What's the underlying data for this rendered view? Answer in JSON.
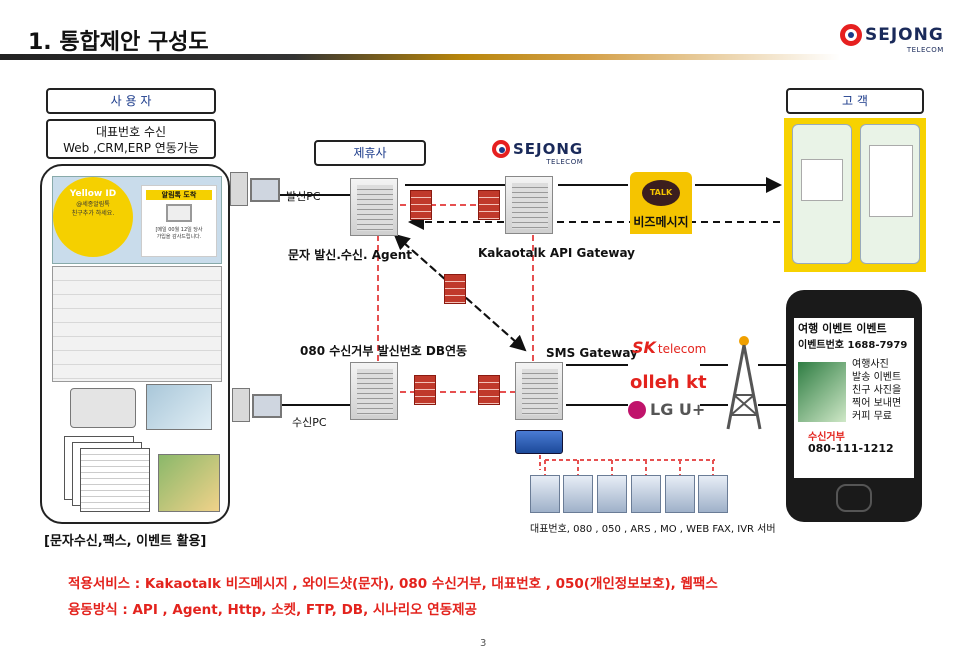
{
  "header": {
    "title": "1. 통합제안 구성도",
    "logo_text": "SEJONG",
    "logo_sub": "TELECOM"
  },
  "user_section": {
    "title": "사 용 자",
    "desc_line1": "대표번호 수신",
    "desc_line2": "Web ,CRM,ERP 연동가능",
    "caption": "[문자수신,팩스, 이벤트 활용]",
    "yellow_card": {
      "heading": "Yellow ID",
      "line1": "@세종알림톡",
      "line2": "친구추가 하세요."
    },
    "alert_card": {
      "heading": "알림톡 도착",
      "line1": "[메일 00월 12일 당사",
      "line2": "가입을 감사드립니다."
    }
  },
  "customer_section": {
    "title": "고   객"
  },
  "partner_label": "제휴사",
  "center_logo": {
    "text": "SEJONG",
    "sub": "TELECOM"
  },
  "labels": {
    "send_pc": "발신PC",
    "recv_pc": "수신PC",
    "agent": "문자 발신.수신.  Agent",
    "kakao_gateway": "Kakaotalk  API Gateway",
    "recv_block": "080 수신거부  발신번호 DB연동",
    "sms_gateway": "SMS Gateway",
    "biz_message": "비즈메시지",
    "talk": "TALK",
    "servers": "대표번호, 080 , 050 , ARS , MO , WEB FAX, IVR 서버"
  },
  "carriers": {
    "sk_main": "SK",
    "sk_sub": "telecom",
    "kt_main": "olleh kt",
    "lg": "LG U+"
  },
  "phone": {
    "event_title": "여행 이벤트 이벤트",
    "event_number": "이벤트번호 1688-7979",
    "body_lines": [
      "여행사진",
      "발송 이벤트",
      "친구 사진을",
      "찍어 보내면",
      "커피 무료"
    ],
    "reject_label": "수신거부",
    "reject_number": "080-111-1212"
  },
  "bottom": {
    "services": "적용서비스 : Kakaotalk  비즈메시지 ,  와이드샷(문자),  080 수신거부, 대표번호 , 050(개인정보보호), 웹팩스",
    "integration": "융동방식 : API , Agent, Http, 소켓, FTP, DB, 시나리오 연동제공"
  },
  "page_number": "3",
  "colors": {
    "accent_red": "#e3231d",
    "kakao_yellow": "#f5c400",
    "logo_navy": "#1a2a5a"
  }
}
